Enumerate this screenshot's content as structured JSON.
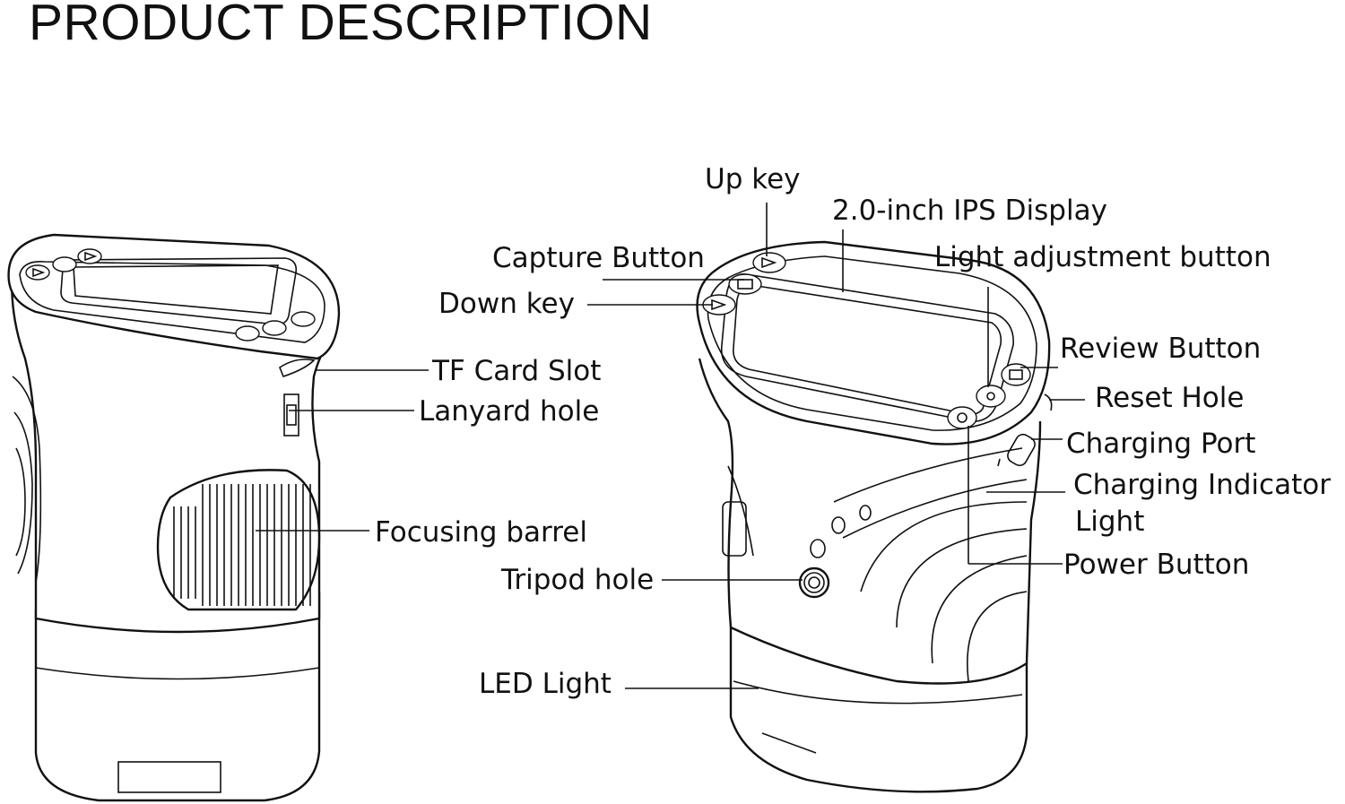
{
  "title": "PRODUCT DESCRIPTION",
  "labels": {
    "up_key": "Up key",
    "ips_display": "2.0-inch IPS Display",
    "capture_button": "Capture Button",
    "light_adjustment_button": "Light adjustment button",
    "down_key": "Down key",
    "review_button": "Review Button",
    "tf_card_slot": "TF Card Slot",
    "reset_hole": "Reset Hole",
    "lanyard_hole": "Lanyard hole",
    "charging_port": "Charging Port",
    "charging_indicator_line1": "Charging Indicator",
    "charging_indicator_line2": "Light",
    "focusing_barrel": "Focusing barrel",
    "power_button": "Power Button",
    "tripod_hole": "Tripod hole",
    "led_light": "LED Light"
  },
  "icons": {
    "left_device": "handheld-microscope-front-view",
    "right_device": "handheld-microscope-rear-view",
    "up_key": "triangle-up-icon",
    "down_key": "triangle-down-icon",
    "capture": "camera-icon",
    "light_adjust": "sun-icon",
    "review": "gallery-icon",
    "power": "power-icon"
  },
  "colors": {
    "ink": "#111111",
    "background": "#ffffff"
  }
}
